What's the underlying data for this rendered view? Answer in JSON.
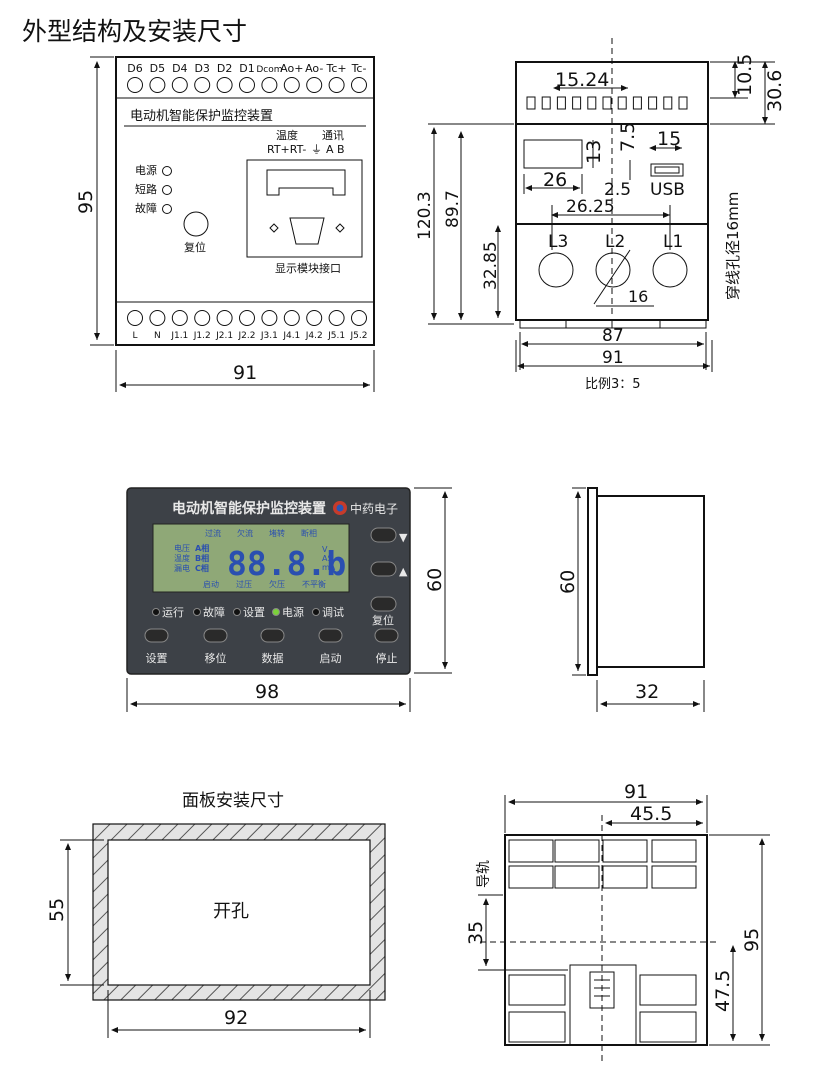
{
  "title": "外型结构及安装尺寸",
  "front_view": {
    "top_terminals": [
      "D6",
      "D5",
      "D4",
      "D3",
      "D2",
      "D1",
      "Dcom",
      "Ao+",
      "Ao-",
      "Tc+",
      "Tc-"
    ],
    "bottom_terminals": [
      "L",
      "N",
      "J1.1",
      "J1.2",
      "J2.1",
      "J2.2",
      "J3.1",
      "J4.1",
      "J4.2",
      "J5.1",
      "J5.2"
    ],
    "device_name": "电动机智能保护监控装置",
    "temp_label": "温度",
    "comm_label": "通讯",
    "temp_pins": "RT+RT-",
    "comm_pins": "A  B",
    "indicators": [
      "电源",
      "短路",
      "故障"
    ],
    "reset_label": "复位",
    "port_label": "显示模块接口",
    "dim_width": "91",
    "dim_height": "95"
  },
  "side_view": {
    "dims": {
      "d15_24": "15.24",
      "d10_5": "10.5",
      "d30_6": "30.6",
      "d7_5": "7.5",
      "d15": "15",
      "d13": "13",
      "d26": "26",
      "d2_5": "2.5",
      "d26_25": "26.25",
      "d120_3": "120.3",
      "d89_7": "89.7",
      "d32_85": "32.85",
      "d16": "16",
      "d87": "87",
      "d91": "91"
    },
    "usb_label": "USB",
    "phase_labels": [
      "L3",
      "L2",
      "L1"
    ],
    "hole_note": "穿线孔径16mm",
    "scale": "比例3：5"
  },
  "display_module": {
    "title": "电动机智能保护监控装置",
    "brand": "中药电子",
    "lcd_top": [
      "过流",
      "欠流",
      "堵转",
      "断相"
    ],
    "lcd_left": [
      "电压",
      "温度",
      "漏电"
    ],
    "lcd_units_left": [
      "A相",
      "B相",
      "C相"
    ],
    "lcd_digits": "88.8.b",
    "lcd_units_right": [
      "V",
      "AS",
      "mA"
    ],
    "lcd_bottom": [
      "启动",
      "过压",
      "欠压",
      "不平衡"
    ],
    "leds": [
      "运行",
      "故障",
      "设置",
      "电源",
      "调试"
    ],
    "buttons": [
      "设置",
      "移位",
      "数据",
      "启动",
      "停止"
    ],
    "reset_label": "复位",
    "up_arrow": "▲",
    "down_arrow": "▼",
    "dim_width": "98",
    "dim_height": "60"
  },
  "depth_view": {
    "dim_height": "60",
    "dim_depth": "32"
  },
  "cutout": {
    "title": "面板安装尺寸",
    "label": "开孔",
    "dim_height": "55",
    "dim_width": "92"
  },
  "rail_view": {
    "dim_width": "91",
    "dim_half": "45.5",
    "dim_35": "35",
    "dim_95": "95",
    "dim_47_5": "47.5",
    "rail_label": "导轨"
  }
}
